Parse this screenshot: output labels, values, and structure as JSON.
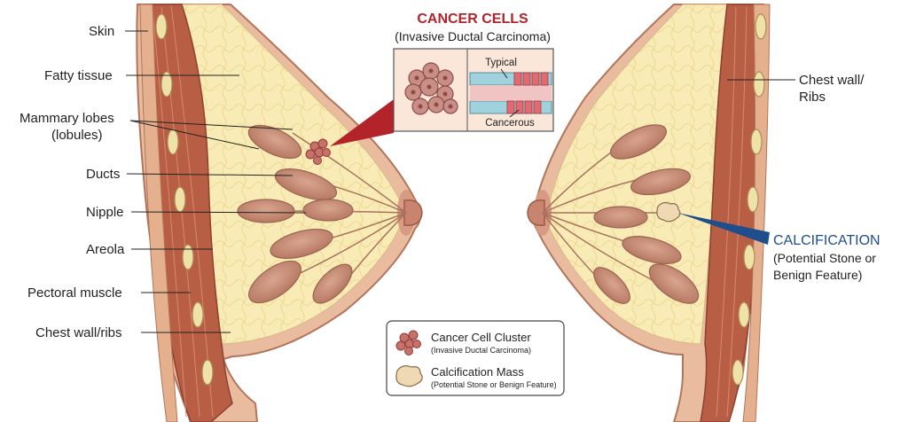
{
  "left_labels": {
    "skin": "Skin",
    "fatty_tissue": "Fatty tissue",
    "mammary_lobes_line1": "Mammary lobes",
    "mammary_lobes_line2": "(lobules)",
    "ducts": "Ducts",
    "nipple": "Nipple",
    "areola": "Areola",
    "pectoral_muscle": "Pectoral muscle",
    "chest_wall_ribs": "Chest wall/ribs"
  },
  "right_labels": {
    "chest_wall_line1": "Chest wall/",
    "chest_wall_line2": "Ribs"
  },
  "cancer_callout": {
    "title": "CANCER CELLS",
    "subtitle": "(Invasive Ductal Carcinoma)",
    "typical": "Typical",
    "cancerous": "Cancerous"
  },
  "calcification_callout": {
    "title": "CALCIFICATION",
    "line1": "(Potential Stone or",
    "line2": "Benign Feature)"
  },
  "legend": {
    "item1_title": "Cancer Cell Cluster",
    "item1_sub": "(Invasive Ductal Carcinoma)",
    "item2_title": "Calcification Mass",
    "item2_sub": "(Potential Stone or Benign Feature)"
  },
  "colors": {
    "skin": "#e7b89a",
    "fat": "#f8eab2",
    "muscle": "#b55c44",
    "lobule": "#c98f78",
    "cancer_red": "#b3232a",
    "calcification_blue": "#1f4e8c"
  }
}
